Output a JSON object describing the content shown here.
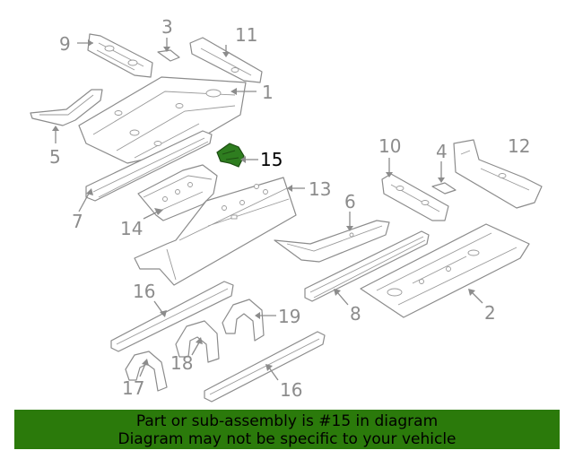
{
  "diagram": {
    "highlight_color": "#2e7d1f",
    "callouts": {
      "c1": "1",
      "c2": "2",
      "c3": "3",
      "c4": "4",
      "c5": "5",
      "c6": "6",
      "c7": "7",
      "c8": "8",
      "c9": "9",
      "c10": "10",
      "c11": "11",
      "c12": "12",
      "c13": "13",
      "c14": "14",
      "c15": "15",
      "c16a": "16",
      "c16b": "16",
      "c17": "17",
      "c18": "18",
      "c19": "19"
    }
  },
  "banner": {
    "color": "#2b7a0b",
    "line1": "Part or sub-assembly is #15 in diagram",
    "line2": "Diagram may not be specific to your vehicle"
  }
}
